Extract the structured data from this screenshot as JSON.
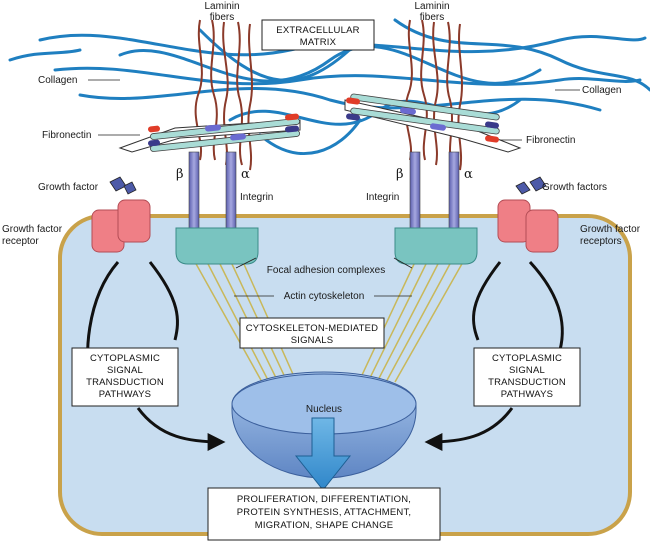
{
  "colors": {
    "cell_fill": "#c8ddf0",
    "membrane": "#c9a24a",
    "collagen": "#1f7fc0",
    "laminin": "#8b3a2a",
    "integrin": "#7d7fc6",
    "focal_adhesion": "#79c4c0",
    "growth_factor": "#ef7f86",
    "nucleus": "#7fa6d8"
  },
  "labels": {
    "extracellular_matrix": [
      "EXTRACELLULAR",
      "MATRIX"
    ],
    "laminin_left": [
      "Laminin",
      "fibers"
    ],
    "laminin_right": [
      "Laminin",
      "fibers"
    ],
    "collagen_left": "Collagen",
    "collagen_right": "Collagen",
    "fibronectin_left": "Fibronectin",
    "fibronectin_right": "Fibronectin",
    "beta": "β",
    "alpha": "α",
    "integrin_left": "Integrin",
    "integrin_right": "Integrin",
    "growth_factor_left": "Growth factor",
    "growth_factor_receptor_left": [
      "Growth factor",
      "receptor"
    ],
    "growth_factors_right": "Growth factors",
    "growth_factor_receptors_right": [
      "Growth factor",
      "receptors"
    ],
    "focal_adhesion": "Focal adhesion complexes",
    "actin": "Actin cytoskeleton",
    "cytoskeleton_signals": [
      "CYTOSKELETON-MEDIATED",
      "SIGNALS"
    ],
    "cytoplasmic_left": [
      "CYTOPLASMIC",
      "SIGNAL",
      "TRANSDUCTION",
      "PATHWAYS"
    ],
    "cytoplasmic_right": [
      "CYTOPLASMIC",
      "SIGNAL",
      "TRANSDUCTION",
      "PATHWAYS"
    ],
    "nucleus": "Nucleus",
    "outcome": [
      "PROLIFERATION, DIFFERENTIATION,",
      "PROTEIN SYNTHESIS, ATTACHMENT,",
      "MIGRATION, SHAPE CHANGE"
    ]
  }
}
